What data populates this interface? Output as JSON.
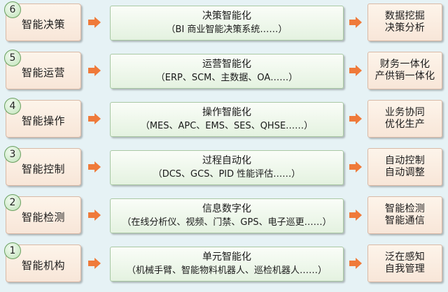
{
  "rows": [
    {
      "number": "6",
      "level": "智能决策",
      "title": "决策智能化",
      "detail": "（BI 商业智能决策系统……）",
      "result_line1": "数据挖掘",
      "result_line2": "决策分析"
    },
    {
      "number": "5",
      "level": "智能运营",
      "title": "运营智能化",
      "detail": "（ERP、SCM、主数据、OA……）",
      "result_line1": "财务一体化",
      "result_line2": "产供销一体化"
    },
    {
      "number": "4",
      "level": "智能操作",
      "title": "操作智能化",
      "detail": "（MES、APC、EMS、SES、QHSE……）",
      "result_line1": "业务协同",
      "result_line2": "优化生产"
    },
    {
      "number": "3",
      "level": "智能控制",
      "title": "过程自动化",
      "detail": "（DCS、GCS、PID 性能评估……）",
      "result_line1": "自动控制",
      "result_line2": "自动调整"
    },
    {
      "number": "2",
      "level": "智能检测",
      "title": "信息数字化",
      "detail": "（在线分析仪、视频、门禁、GPS、电子巡更……）",
      "result_line1": "智能检测",
      "result_line2": "智能通信"
    },
    {
      "number": "1",
      "level": "智能机构",
      "title": "单元智能化",
      "detail": "（机械手臂、智能物料机器人、巡检机器人……）",
      "result_line1": "泛在感知",
      "result_line2": "自我管理"
    }
  ],
  "colors": {
    "background": "#e6f2f5",
    "level_box": "#f8e6d8",
    "center_box": "#e4f2e0",
    "badge": "#cfeac9",
    "arrow": "#ef7a3a"
  },
  "icons": {
    "arrow": "arrow-right-icon"
  }
}
